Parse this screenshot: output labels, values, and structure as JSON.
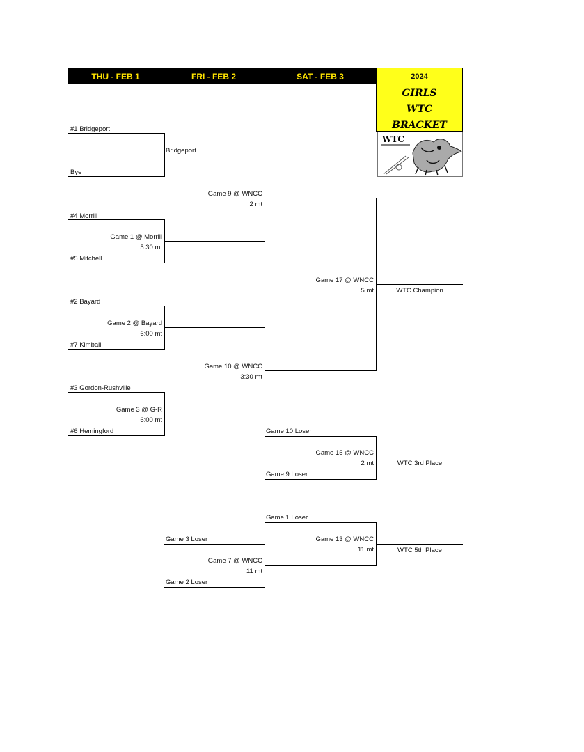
{
  "header": {
    "days": [
      "THU - FEB 1",
      "FRI - FEB 2",
      "SAT - FEB 3"
    ],
    "title_year": "2024",
    "title_lines": [
      "GIRLS",
      "WTC",
      "BRACKET"
    ],
    "logo_text": "WTC"
  },
  "teams": {
    "t1": "#1 Bridgeport",
    "bye": "Bye",
    "t4": "#4 Morrill",
    "t5": "#5 Mitchell",
    "t2": "#2 Bayard",
    "t7": "#7 Kimball",
    "t3": "#3 Gordon-Rushville",
    "t6": "#6 Hemingford"
  },
  "games": {
    "bridgeport": "Bridgeport",
    "g1": "Game 1 @ Morrill",
    "g1_time": "5:30 mt",
    "g2": "Game 2 @ Bayard",
    "g2_time": "6:00 mt",
    "g3": "Game 3 @ G-R",
    "g3_time": "6:00 mt",
    "g9": "Game 9 @ WNCC",
    "g9_time": "2 mt",
    "g10": "Game 10 @ WNCC",
    "g10_time": "3:30 mt",
    "g17": "Game 17 @ WNCC",
    "g17_time": "5 mt",
    "champion": "WTC Champion",
    "g10_loser": "Game 10 Loser",
    "g9_loser": "Game 9 Loser",
    "g15": "Game 15 @ WNCC",
    "g15_time": "2 mt",
    "third": "WTC 3rd Place",
    "g1_loser": "Game 1 Loser",
    "g3_loser": "Game 3 Loser",
    "g2_loser": "Game 2 Loser",
    "g13": "Game 13 @ WNCC",
    "g13_time": "11 mt",
    "g7": "Game 7 @ WNCC",
    "g7_time": "11 mt",
    "fifth": "WTC 5th Place"
  }
}
